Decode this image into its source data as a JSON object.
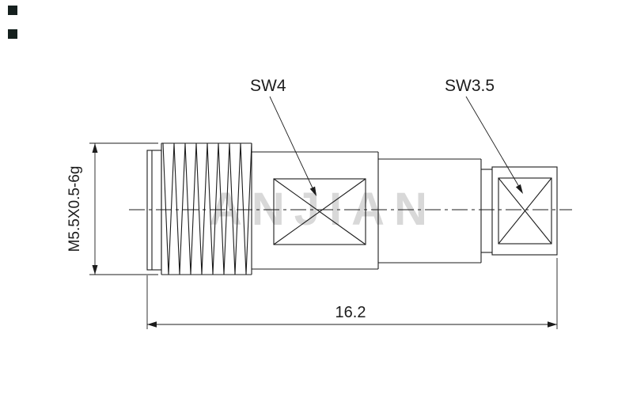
{
  "drawing": {
    "watermark": "ANJIAN",
    "labels": {
      "sw4": "SW4",
      "sw3_5": "SW3.5"
    },
    "dimensions": {
      "thread_spec": "M5.5X0.5-6g",
      "overall_length": "16.2"
    },
    "colors": {
      "line": "#1c1c1c",
      "watermark": "#d8d8d8",
      "background": "#ffffff"
    }
  }
}
